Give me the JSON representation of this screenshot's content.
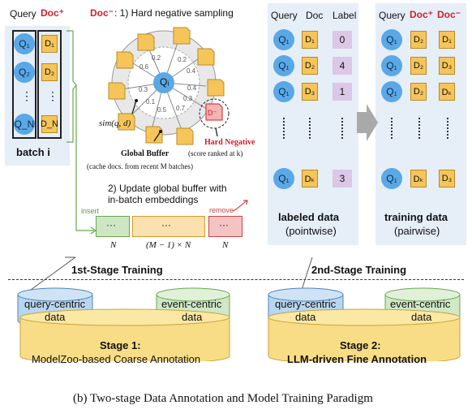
{
  "stage1": {
    "query_header": "Query",
    "doc_pos_header": "Doc⁺",
    "queries": [
      "Q₁",
      "Q₂",
      "⋮",
      "Q_N"
    ],
    "docs": [
      "D₁",
      "D₂",
      "⋮",
      "D_N"
    ],
    "batch_label": "batch i",
    "doc_neg": "Doc⁻",
    "step1": ": 1) Hard negative sampling",
    "qi_label": "Qᵢ",
    "sims": [
      "0.2",
      "0.6",
      "0.3",
      "0.1",
      "0.2",
      "0.4",
      "0.4",
      "0.3",
      "0.7",
      "0.5"
    ],
    "sim_fn": "sim(q, d)",
    "d_minus": "D⁻",
    "global_buffer": "Global Buffer",
    "global_buffer_note": "(cache docs. from recent M batches)",
    "hard_negative": "Hard Negative",
    "hard_negative_note": "(score ranked at k)",
    "step2_line1": "2) Update global buffer with",
    "step2_line2": "in-batch embeddings",
    "insert": "insert",
    "remove": "remove",
    "buffer_N_left": "N",
    "buffer_mid": "(M − 1) × N",
    "buffer_N_right": "N",
    "ellipsis": "···",
    "title": "1st-Stage Training"
  },
  "stage2": {
    "labeled_headers": [
      "Query",
      "Doc",
      "Label"
    ],
    "labeled_rows": [
      {
        "q": "Q₁",
        "d": "D₁",
        "l": "0"
      },
      {
        "q": "Q₁",
        "d": "D₂",
        "l": "4"
      },
      {
        "q": "Q₁",
        "d": "D₃",
        "l": "1"
      },
      {
        "q": "Q₁",
        "d": "Dₖ",
        "l": "3"
      }
    ],
    "labeled_title": "labeled data",
    "labeled_sub": "(pointwise)",
    "training_headers": [
      "Query",
      "Doc⁺",
      "Doc⁻"
    ],
    "training_rows": [
      {
        "q": "Q₁",
        "p": "D₂",
        "n": "D₁"
      },
      {
        "q": "Q₁",
        "p": "D₂",
        "n": "D₃"
      },
      {
        "q": "Q₁",
        "p": "D₂",
        "n": "Dₖ"
      },
      {
        "q": "Q₁",
        "p": "Dₖ",
        "n": "D₃"
      }
    ],
    "training_title": "training data",
    "training_sub": "(pairwise)",
    "title": "2nd-Stage Training"
  },
  "data_sources": {
    "left_query": [
      "query-centric",
      "data"
    ],
    "left_event": [
      "event-centric",
      "data"
    ],
    "right_query": [
      "query-centric",
      "data"
    ],
    "right_event": [
      "event-centric",
      "data"
    ]
  },
  "stages": {
    "stage1_title": "Stage 1:",
    "stage1_sub": "ModelZoo-based Coarse Annotation",
    "stage2_title": "Stage 2:",
    "stage2_sub": "LLM-driven Fine Annotation"
  },
  "caption": "(b) Two-stage Data Annotation and Model Training Paradigm"
}
